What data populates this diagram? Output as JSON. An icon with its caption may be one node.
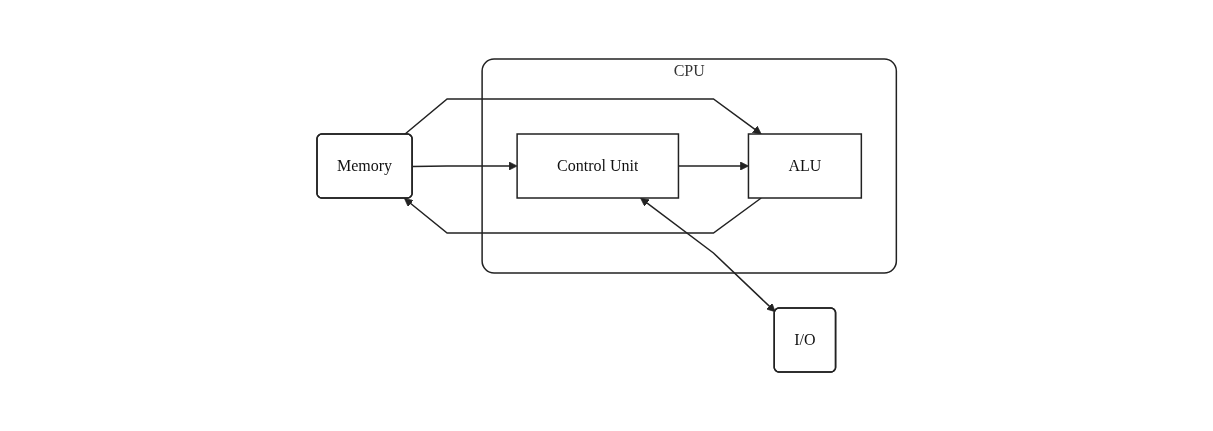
{
  "diagram": {
    "nodes": [
      {
        "text": [
          "Memory"
        ]
      },
      {
        "text": [
          "CPU"
        ]
      },
      {
        "text": [
          "Control Unit"
        ],
        "in": 1
      },
      {
        "text": [
          "ALU"
        ],
        "in": 1
      },
      {
        "text": [
          "I/O"
        ]
      }
    ],
    "edges": [
      {
        "from": 0,
        "to": 2,
        "arrow": "to"
      },
      {
        "from": 0,
        "to": 3,
        "arrow": "to"
      },
      {
        "from": 2,
        "to": 3,
        "arrow": "to"
      },
      {
        "from": 2,
        "to": 4,
        "arrow": "both"
      },
      {
        "from": 3,
        "to": 0,
        "arrow": "to"
      }
    ]
  }
}
